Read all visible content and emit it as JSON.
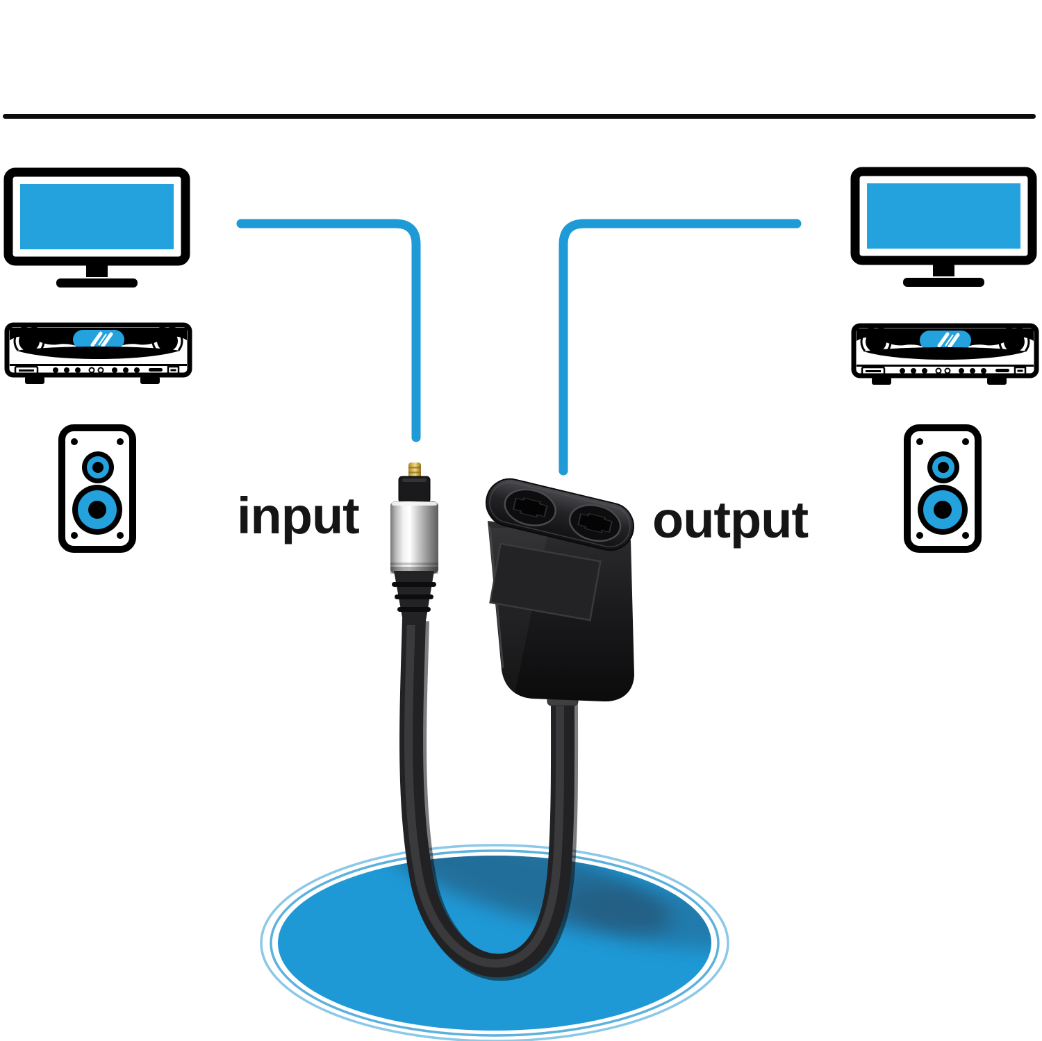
{
  "page": {
    "type": "optical-audio-splitter-diagram",
    "background": "#ffffff"
  },
  "labels": {
    "input": "input",
    "output": "output"
  },
  "colors": {
    "accent_blue": "#1e9ad6",
    "screen_blue": "#23a2dd",
    "spotlight_blue": "#1f99d6",
    "divider_black": "#0c0c0c",
    "text_black": "#151515",
    "device_black": "#161618",
    "chrome_silver": "#d6d6d6",
    "gold_pin": "#d9b858"
  },
  "icons": {
    "left_column": [
      {
        "name": "tv-icon"
      },
      {
        "name": "av-receiver-icon"
      },
      {
        "name": "speaker-icon"
      }
    ],
    "right_column": [
      {
        "name": "tv-icon"
      },
      {
        "name": "av-receiver-icon"
      },
      {
        "name": "speaker-icon"
      }
    ]
  },
  "product": {
    "parts": [
      "toslink-plug",
      "optical-cable",
      "two-port-splitter",
      "blue-spotlight"
    ]
  }
}
